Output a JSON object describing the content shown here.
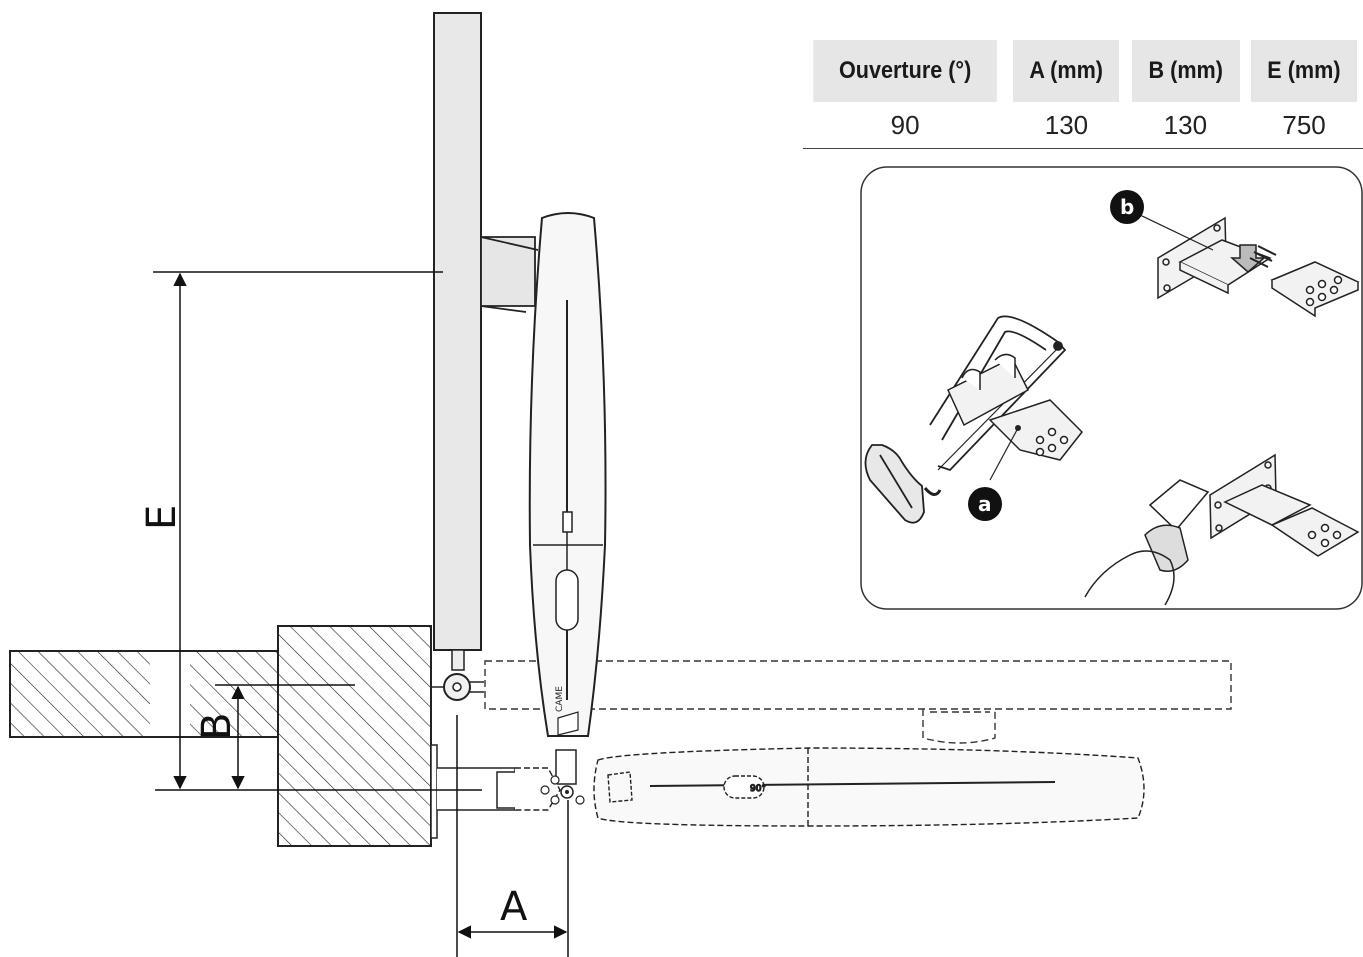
{
  "table": {
    "headers": [
      "Ouverture (°)",
      "A (mm)",
      "B (mm)",
      "E (mm)"
    ],
    "row": [
      "90",
      "130",
      "130",
      "750"
    ]
  },
  "dimensions": {
    "a": "A",
    "b": "B",
    "e": "E"
  },
  "callouts": {
    "a": "a",
    "b": "b"
  },
  "operator_labels": {
    "brand": "CAME",
    "angle_mark": "90°"
  }
}
